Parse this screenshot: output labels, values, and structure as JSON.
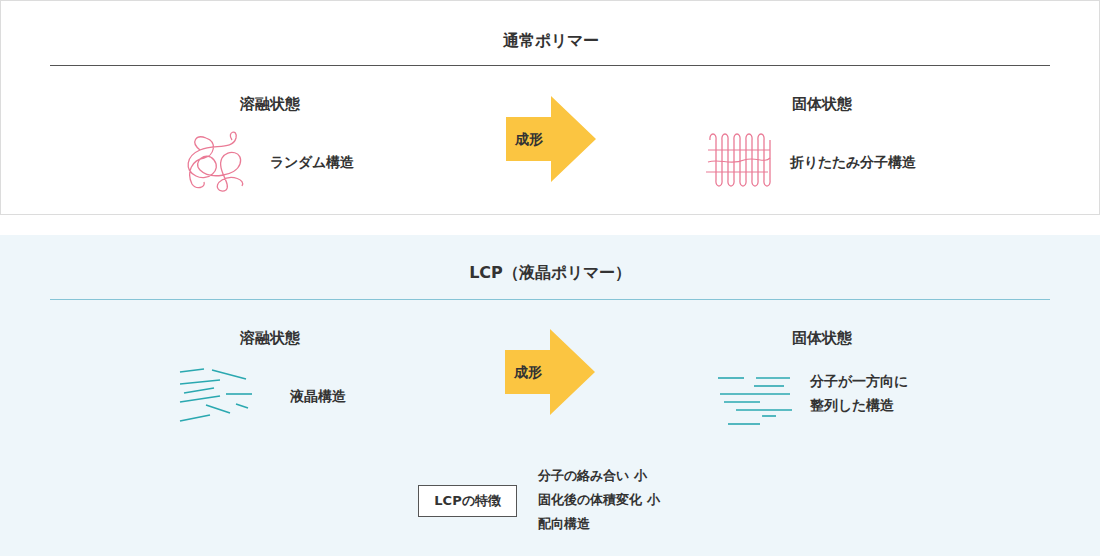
{
  "diagram": {
    "nodes": [
      {
        "text": [
          "通常ポリマー"
        ]
      },
      {
        "text": [
          "成形"
        ],
        "in": 0
      },
      {
        "text": [
          "LCP（液晶ポリマー）"
        ]
      },
      {
        "text": [
          "成形"
        ],
        "in": 2
      },
      {
        "text": [
          "LCPの特徴"
        ],
        "in": 2
      }
    ],
    "labels": [
      "溶融状態",
      "ランダム構造",
      "固体状態",
      "折りたたみ分子構造",
      "溶融状態",
      "液晶構造",
      "固体状態",
      "分子が一方向に 整列した構造",
      "分子の絡み合い 小",
      "固化後の体積変化 小",
      "配向構造"
    ]
  }
}
